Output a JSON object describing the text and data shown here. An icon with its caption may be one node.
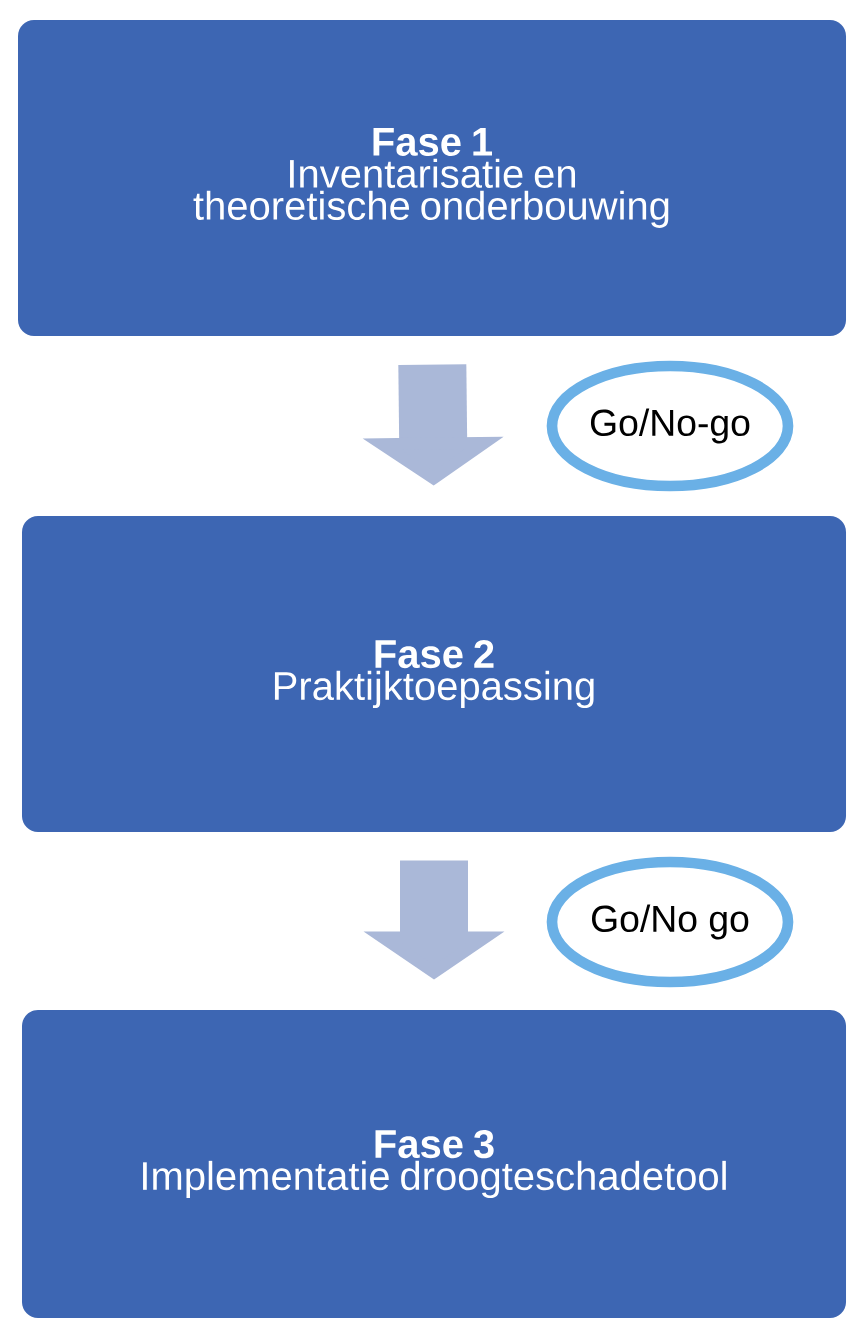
{
  "diagram": {
    "nodes": [
      {
        "text": [
          "Fase 1",
          "Inventarisatie en theoretische onderbouwing"
        ]
      },
      {
        "text": [
          "Fase 2",
          "Praktijktoepassing"
        ]
      },
      {
        "text": [
          "Fase 3",
          "Implementatie droogteschadetool"
        ]
      },
      {
        "text": [
          "Go/No-go"
        ]
      },
      {
        "text": [
          "Go/No go"
        ]
      }
    ],
    "edges": [
      {
        "from": 0,
        "to": 1,
        "arrow": "to"
      },
      {
        "from": 1,
        "to": 2,
        "arrow": "to"
      }
    ]
  }
}
